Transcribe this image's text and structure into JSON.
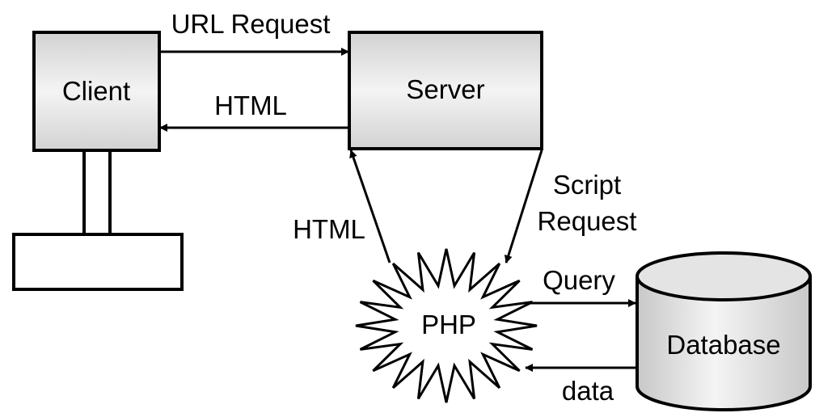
{
  "nodes": {
    "client": "Client",
    "server": "Server",
    "php": "PHP",
    "database": "Database"
  },
  "edges": {
    "url_request": "URL Request",
    "html_to_client": "HTML",
    "html_to_server": "HTML",
    "script_request_line1": "Script",
    "script_request_line2": "Request",
    "query": "Query",
    "data": "data"
  }
}
